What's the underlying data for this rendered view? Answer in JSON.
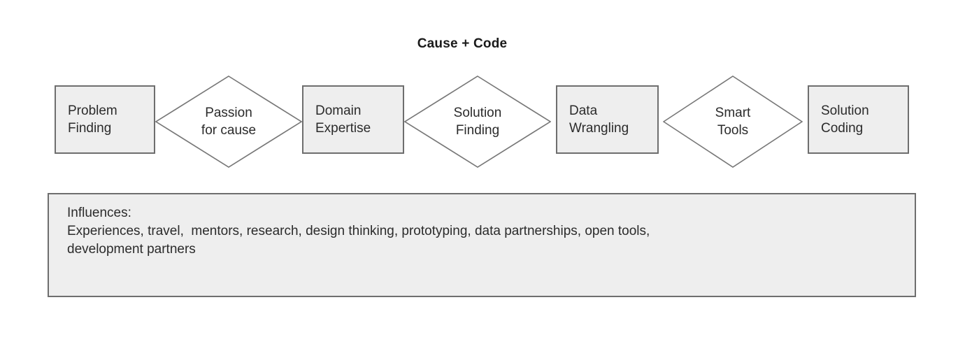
{
  "diagram": {
    "title": "Cause + Code",
    "colors": {
      "box_fill": "#eeeeee",
      "box_border": "#6e6e6e",
      "diamond_fill": "#ffffff",
      "diamond_border": "#777777",
      "text": "#2b2b2b",
      "title_text": "#1a1a1a",
      "panel_fill": "#eeeeee",
      "panel_border": "#6e6e6e",
      "background": "#ffffff"
    },
    "flow": [
      {
        "type": "process",
        "name": "problem-finding",
        "label": "Problem\nFinding"
      },
      {
        "type": "decision",
        "name": "passion-for-cause",
        "label": "Passion\nfor cause"
      },
      {
        "type": "process",
        "name": "domain-expertise",
        "label": "Domain\nExpertise"
      },
      {
        "type": "decision",
        "name": "solution-finding",
        "label": "Solution\nFinding"
      },
      {
        "type": "process",
        "name": "data-wrangling",
        "label": "Data\nWrangling"
      },
      {
        "type": "decision",
        "name": "smart-tools",
        "label": "Smart\nTools"
      },
      {
        "type": "process",
        "name": "solution-coding",
        "label": "Solution\nCoding"
      }
    ],
    "influences": {
      "heading": "Influences:",
      "items_line_1": "Experiences, travel,  mentors, research, design thinking, prototyping, data partnerships, open tools,",
      "items_line_2": "development partners",
      "full_text": "Influences:\nExperiences, travel,  mentors, research, design thinking, prototyping, data partnerships, open tools,\ndevelopment partners"
    }
  }
}
